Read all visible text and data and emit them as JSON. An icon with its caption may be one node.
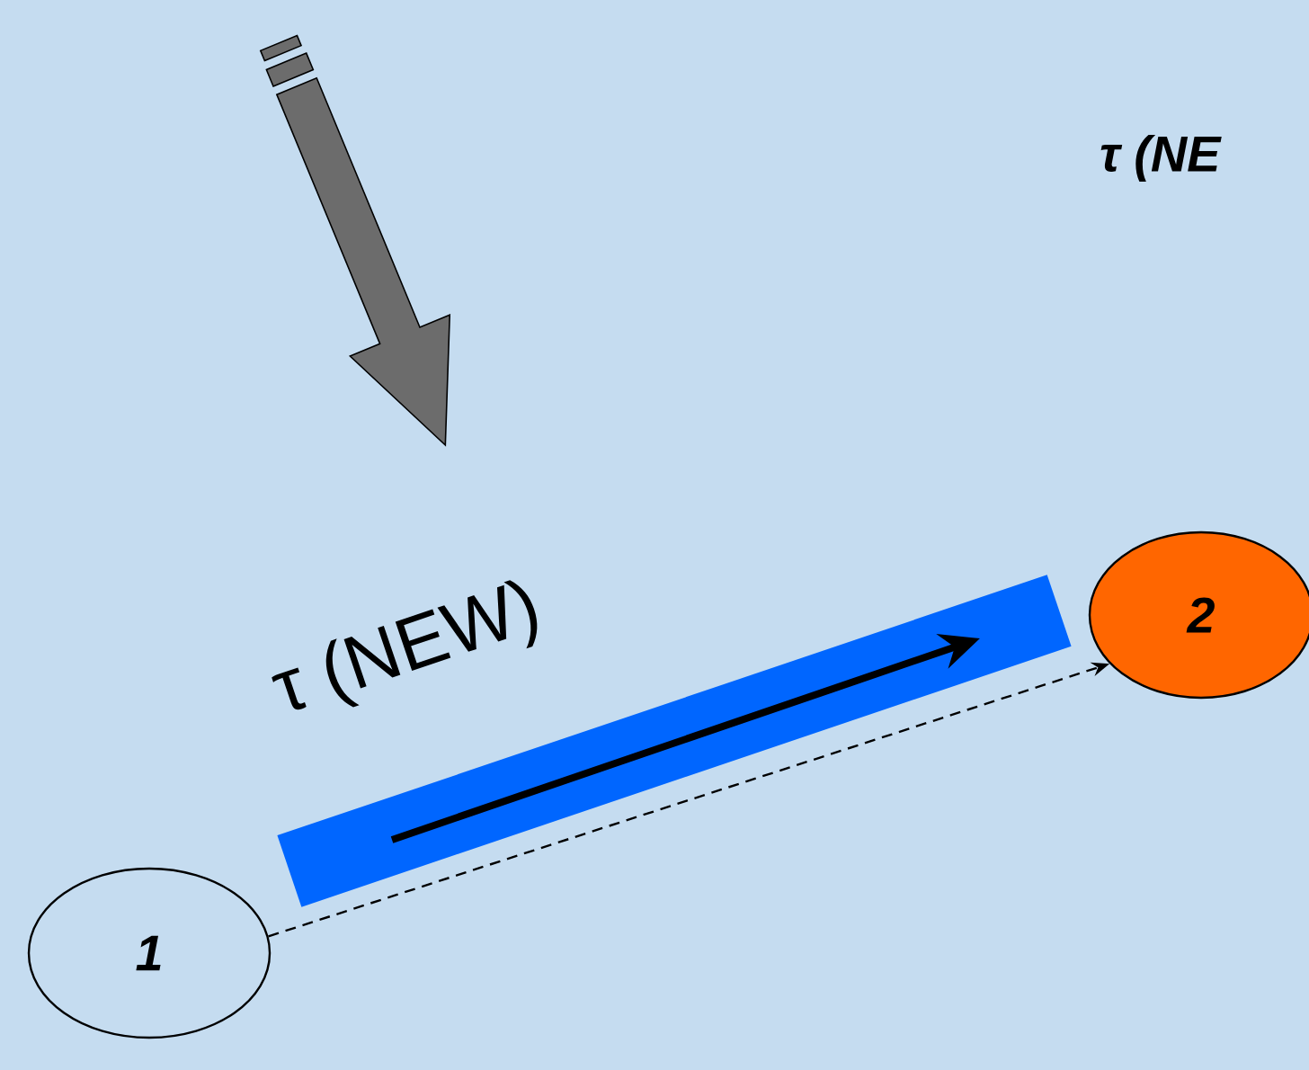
{
  "diagram": {
    "nodes": [
      {
        "text": [
          "1"
        ]
      },
      {
        "text": [
          "2"
        ]
      }
    ],
    "edges": [
      {
        "from": 0,
        "to": 1,
        "arrow": "to",
        "style": "dashed"
      }
    ],
    "labels": [
      "τ (NE",
      "τ (NEW)"
    ]
  }
}
